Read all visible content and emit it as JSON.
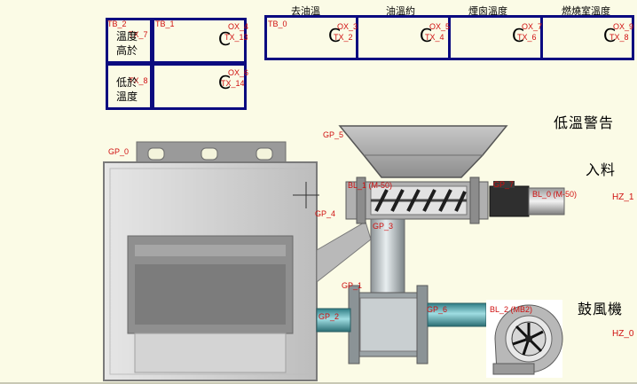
{
  "headers": {
    "h0": "去油溫",
    "h1": "油溫約",
    "h2": "煙囪溫度",
    "h3": "燃燒室溫度"
  },
  "threshold_panel": {
    "high_label_1": "溫度",
    "high_label_2": "高於",
    "low_label_1": "低於",
    "low_label_2": "溫度",
    "tag_tb2": "TB_2",
    "tag_tb1": "TB_1",
    "tag_tb0": "TB_0",
    "tag_tx7": "TX_7",
    "tag_tx8": "TX_8",
    "tag_ox4": "OX_4",
    "tag_tx13": "TX_13",
    "tag_ox6": "OX_6",
    "tag_tx14": "TX_14",
    "unit": "C"
  },
  "temperature_row": {
    "cells": [
      {
        "ox": "OX_3",
        "tx": "TX_2",
        "unit": "C"
      },
      {
        "ox": "OX_5",
        "tx": "TX_4",
        "unit": "C"
      },
      {
        "ox": "OX_7",
        "tx": "TX_6",
        "unit": "C"
      },
      {
        "ox": "OX_9",
        "tx": "TX_8",
        "unit": "C"
      }
    ]
  },
  "status": {
    "low_temp_alarm": "低溫警告",
    "feed": "入料",
    "blower": "鼓風機",
    "hz1": "HZ_1",
    "hz0": "HZ_0"
  },
  "equipment": {
    "gp0": "GP_0",
    "gp1": "GP_1",
    "gp2": "GP_2",
    "gp3": "GP_3",
    "gp4": "GP_4",
    "gp5": "GP_5",
    "gp6": "GP_6",
    "bl1": "BL_1 (M-50)",
    "bl0": "BL_0 (M-50)",
    "bl2": "BL_2 (MB2)",
    "gp_screw": "GP_7"
  },
  "colors": {
    "frame": "#0b0b80",
    "background": "#fbfbe6",
    "tag_red": "#d01010",
    "pipe_teal": "#4a9aa0",
    "metal": "#a9a9a9"
  }
}
